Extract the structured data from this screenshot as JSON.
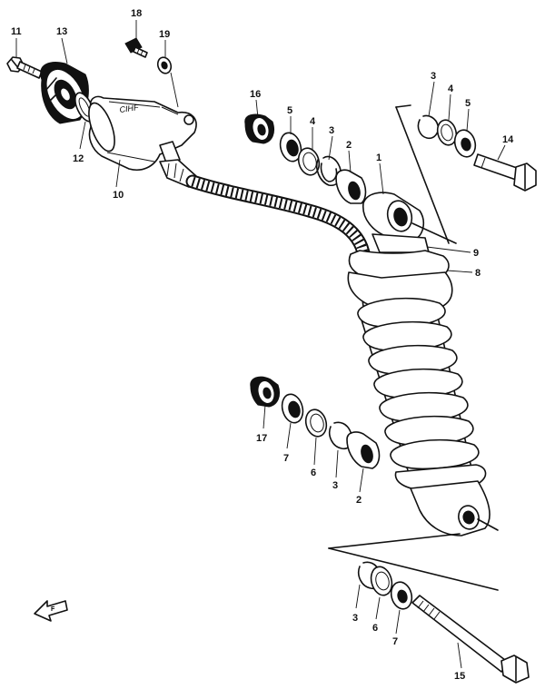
{
  "labels": {
    "p11": "11",
    "p13": "13",
    "p18": "18",
    "p19": "19",
    "p12": "12",
    "p10": "10",
    "p16": "16",
    "p5a": "5",
    "p4a": "4",
    "p3a": "3",
    "p2a": "2",
    "p1": "1",
    "p3b": "3",
    "p4b": "4",
    "p5b": "5",
    "p14": "14",
    "p9": "9",
    "p8": "8",
    "p17": "17",
    "p7a": "7",
    "p6a": "6",
    "p3c": "3",
    "p2b": "2",
    "p3d": "3",
    "p6b": "6",
    "p7b": "7",
    "p15": "15"
  },
  "reservoir_embossed_text": "CIHF",
  "front_arrow_text": "F"
}
